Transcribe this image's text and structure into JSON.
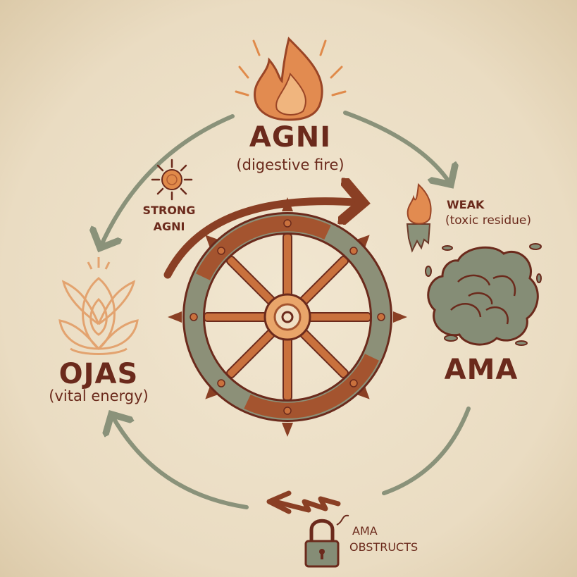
{
  "nodes": {
    "agni": {
      "title": "AGNI",
      "subtitle": "(digestive fire)"
    },
    "ama": {
      "title": "AMA",
      "condition_title": "WEAK",
      "condition_subtitle": "(toxic residue)"
    },
    "ojas": {
      "title": "OJAS",
      "subtitle": "(vital energy)"
    },
    "strong_agni": {
      "line1": "STRONG",
      "line2": "AGNI"
    },
    "obstruction": {
      "line1": "AMA",
      "line2": "OBSTRUCTS"
    }
  },
  "icons": [
    "flame-icon",
    "sun-icon",
    "weak-flame-icon",
    "smoke-cloud-icon",
    "lotus-icon",
    "wheel-icon",
    "padlock-icon"
  ],
  "colors": {
    "text": "#6b2a1c",
    "cycle_arrow": "#8a927a",
    "fire": "#e08a4a",
    "wheel": "#a4542f",
    "cloud": "#858d76"
  }
}
